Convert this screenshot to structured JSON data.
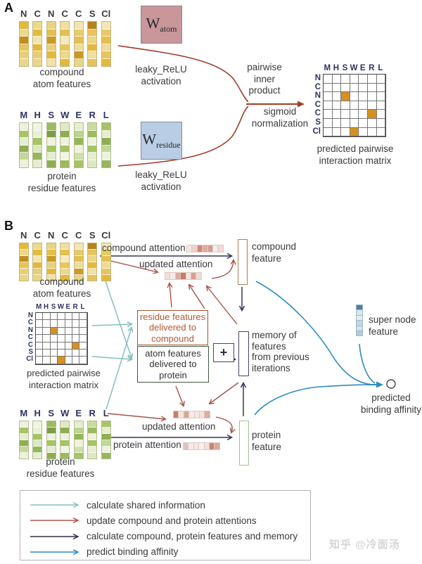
{
  "watermark": "知乎 @冷面汤",
  "colors": {
    "teal_arrow": "#85bfbf",
    "red_arrow": "#a8524a",
    "dark_red_arrow": "#a13c2a",
    "navy_arrow": "#34345c",
    "blue_arrow": "#2b8cbe",
    "matrix_fill": "#d6901f",
    "w_atom_fill": "#c9969a",
    "w_residue_fill": "#b9cde4"
  },
  "panelA": {
    "label": "A",
    "compound_letters": [
      "N",
      "C",
      "N",
      "C",
      "C",
      "S",
      "Cl"
    ],
    "compound_caption": "compound\natom features",
    "compound_columns": [
      [
        "#e2b93a",
        "#ecd98a",
        "#bf8f1f",
        "#e6c455",
        "#e9d077",
        "#ead685"
      ],
      [
        "#ecd98a",
        "#e4bc3c",
        "#f2e6b0",
        "#e2b93a",
        "#e8ce74",
        "#ead685"
      ],
      [
        "#e9d483",
        "#e4bf4a",
        "#c89a28",
        "#e8d07b",
        "#e2b93a",
        "#f0e2a8"
      ],
      [
        "#f0e0a0",
        "#e4c050",
        "#f4eabc",
        "#e6c75f",
        "#ecd98a",
        "#e2b93a"
      ],
      [
        "#f2e5ae",
        "#e7cb6c",
        "#e4c050",
        "#eedd9a",
        "#c89a28",
        "#e9d586"
      ],
      [
        "#b5831b",
        "#e6c55c",
        "#ead784",
        "#e2b93a",
        "#f0e0a2",
        "#e5c35a"
      ],
      [
        "#f3e8b8",
        "#e7ca68",
        "#e4bf4a",
        "#eedc96",
        "#e6c55c",
        "#e2b93a"
      ]
    ],
    "w_atom_main": "W",
    "w_atom_sub": "atom",
    "leaky_atom": "leaky_ReLU\nactivation",
    "protein_letters": [
      "M",
      "H",
      "S",
      "W",
      "E",
      "R",
      "L"
    ],
    "protein_caption": "protein\nresidue features",
    "protein_columns": [
      [
        "#eef2dc",
        "#a6c464",
        "#e7eed0",
        "#8fae52",
        "#c3d898",
        "#edf1da"
      ],
      [
        "#f0f4e2",
        "#eaf0d6",
        "#a6c464",
        "#dce8c0",
        "#95b65a",
        "#e7eed0"
      ],
      [
        "#9cba5e",
        "#7e9c48",
        "#eef2dc",
        "#a6c464",
        "#e7eed0",
        "#8fae52"
      ],
      [
        "#dfe9c4",
        "#8fae52",
        "#eef2dc",
        "#a6c464",
        "#f0f4e2",
        "#9cba5e"
      ],
      [
        "#e7eed0",
        "#bcd48e",
        "#95b65a",
        "#eef2dc",
        "#cfe0a8",
        "#a6c464"
      ],
      [
        "#c9dc9e",
        "#9cba5e",
        "#eef2dc",
        "#a6c464",
        "#e7eed0",
        "#dce8c0"
      ],
      [
        "#a6c464",
        "#e7eed0",
        "#8fae52",
        "#c3d898",
        "#eef2dc",
        "#95b65a"
      ]
    ],
    "w_residue_main": "W",
    "w_residue_sub": "residue",
    "leaky_residue": "leaky_ReLU\nactivation",
    "pairwise_label": "pairwise\ninner\nproduct",
    "sigmoid_label": "sigmoid\nnormalization",
    "matrix": {
      "cols": [
        "M",
        "H",
        "S",
        "W",
        "E",
        "R",
        "L"
      ],
      "rows": [
        "N",
        "C",
        "N",
        "C",
        "C",
        "S",
        "Cl"
      ],
      "filled": [
        [
          2,
          2
        ],
        [
          4,
          5
        ],
        [
          6,
          3
        ]
      ],
      "caption": "predicted pairwise\ninteraction matrix"
    }
  },
  "panelB": {
    "label": "B",
    "compound_letters": [
      "N",
      "C",
      "N",
      "C",
      "C",
      "S",
      "Cl"
    ],
    "compound_caption": "compound\natom features",
    "compound_columns": [
      [
        "#e2b93a",
        "#ecd98a",
        "#bf8f1f",
        "#e6c455",
        "#e9d077",
        "#ead685"
      ],
      [
        "#ecd98a",
        "#e4bc3c",
        "#f2e6b0",
        "#e2b93a",
        "#e8ce74",
        "#ead685"
      ],
      [
        "#e9d483",
        "#e4bf4a",
        "#c89a28",
        "#e8d07b",
        "#e2b93a",
        "#f0e2a8"
      ],
      [
        "#f0e0a0",
        "#e4c050",
        "#f4eabc",
        "#e6c75f",
        "#ecd98a",
        "#e2b93a"
      ],
      [
        "#f2e5ae",
        "#e7cb6c",
        "#e4c050",
        "#eedd9a",
        "#c89a28",
        "#e9d586"
      ],
      [
        "#b5831b",
        "#e6c55c",
        "#ead784",
        "#e2b93a",
        "#f0e0a2",
        "#e5c35a"
      ],
      [
        "#f3e8b8",
        "#e7ca68",
        "#e4bf4a",
        "#eedc96",
        "#e6c55c",
        "#e2b93a"
      ]
    ],
    "matrix": {
      "cols": [
        "M",
        "H",
        "S",
        "W",
        "E",
        "R",
        "L"
      ],
      "rows": [
        "N",
        "C",
        "N",
        "C",
        "C",
        "S",
        "Cl"
      ],
      "filled": [
        [
          2,
          2
        ],
        [
          4,
          5
        ],
        [
          6,
          3
        ]
      ],
      "caption": "predicted pairwise\ninteraction matrix"
    },
    "protein_letters": [
      "M",
      "H",
      "S",
      "W",
      "E",
      "R",
      "L"
    ],
    "protein_caption": "protein\nresidue features",
    "protein_columns": [
      [
        "#eef2dc",
        "#a6c464",
        "#e7eed0",
        "#8fae52",
        "#c3d898",
        "#edf1da"
      ],
      [
        "#f0f4e2",
        "#eaf0d6",
        "#a6c464",
        "#dce8c0",
        "#95b65a",
        "#e7eed0"
      ],
      [
        "#9cba5e",
        "#7e9c48",
        "#eef2dc",
        "#a6c464",
        "#e7eed0",
        "#8fae52"
      ],
      [
        "#dfe9c4",
        "#8fae52",
        "#eef2dc",
        "#a6c464",
        "#f0f4e2",
        "#9cba5e"
      ],
      [
        "#e7eed0",
        "#bcd48e",
        "#95b65a",
        "#eef2dc",
        "#cfe0a8",
        "#a6c464"
      ],
      [
        "#c9dc9e",
        "#9cba5e",
        "#eef2dc",
        "#a6c464",
        "#e7eed0",
        "#dce8c0"
      ],
      [
        "#a6c464",
        "#e7eed0",
        "#8fae52",
        "#c3d898",
        "#eef2dc",
        "#95b65a"
      ]
    ],
    "compound_attention_label": "compound attention",
    "compound_attention_strip": [
      "#f3e5e2",
      "#ecd2cc",
      "#cd8876",
      "#e0aca0",
      "#d99d8d",
      "#f7efed",
      "#efdbd5"
    ],
    "updated_attention_top_label": "updated attention",
    "updated_attention_top_strip": [
      "#f1e1dd",
      "#f5eae7",
      "#dfaca0",
      "#c97b64",
      "#f3e6e2",
      "#d9a090",
      "#f0dcd7"
    ],
    "compound_feature_label": "compound\nfeature",
    "residue_box_label": "residue features\ndelivered to\ncompound",
    "atom_box_label": "atom features\ndelivered to\nprotein",
    "plus_label": "+",
    "memory_label": "memory of\nfeatures\nfrom previous\niterations",
    "super_node_label": "super node\nfeature",
    "super_node_strip": [
      "#4d7da0",
      "#d7e6ef",
      "#e3eef4",
      "#c2d8e5",
      "#d0e2ec",
      "#aecde0"
    ],
    "predicted_label": "predicted\nbinding affinity",
    "updated_attention_bottom_label": "updated attention",
    "updated_attention_bottom_strip": [
      "#c97f68",
      "#f2e3df",
      "#d9a595",
      "#f5ebe8",
      "#f4e8e5",
      "#f2e2de",
      "#dcab9c"
    ],
    "protein_attention_label": "protein attention",
    "protein_attention_strip": [
      "#e5c2ba",
      "#f5ebe8",
      "#f3e7e4",
      "#f7f0ee",
      "#f2e2de",
      "#cd8270",
      "#dca796"
    ],
    "protein_feature_label": "protein\nfeature"
  },
  "legend": {
    "items": [
      {
        "label": "calculate shared information",
        "color": "#85bfbf"
      },
      {
        "label": "update compound and protein attentions",
        "color": "#b0564a"
      },
      {
        "label": "calculate compound, protein features and memory",
        "color": "#2e2e4e"
      },
      {
        "label": "predict binding affinity",
        "color": "#2b8cbe"
      }
    ]
  }
}
